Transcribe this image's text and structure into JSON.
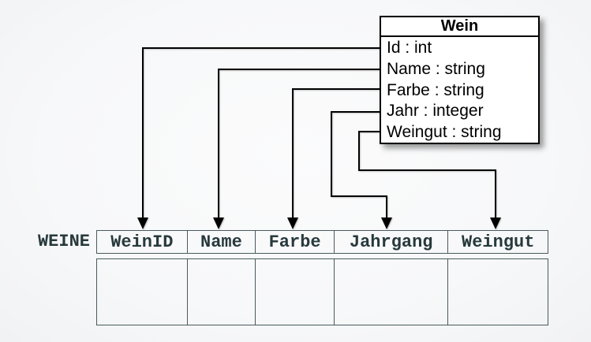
{
  "class_box": {
    "title": "Wein",
    "attributes": [
      "Id : int",
      "Name : string",
      "Farbe : string",
      "Jahr : integer",
      "Weingut : string"
    ]
  },
  "table": {
    "label": "WEINE",
    "columns": [
      "WeinID",
      "Name",
      "Farbe",
      "Jahrgang",
      "Weingut"
    ],
    "body_row_count": 1,
    "body_cells_empty": true
  },
  "mappings": [
    {
      "from_attribute": "Id",
      "to_column": "WeinID"
    },
    {
      "from_attribute": "Name",
      "to_column": "Name"
    },
    {
      "from_attribute": "Farbe",
      "to_column": "Farbe"
    },
    {
      "from_attribute": "Jahr",
      "to_column": "Jahrgang"
    },
    {
      "from_attribute": "Weingut",
      "to_column": "Weingut"
    }
  ],
  "colors": {
    "background": "#f7f8f9",
    "connector_line": "#000000",
    "class_box_fill": "#ffffff",
    "class_box_border": "#000000",
    "table_border": "#4a5a5e",
    "table_text": "#27393c"
  }
}
